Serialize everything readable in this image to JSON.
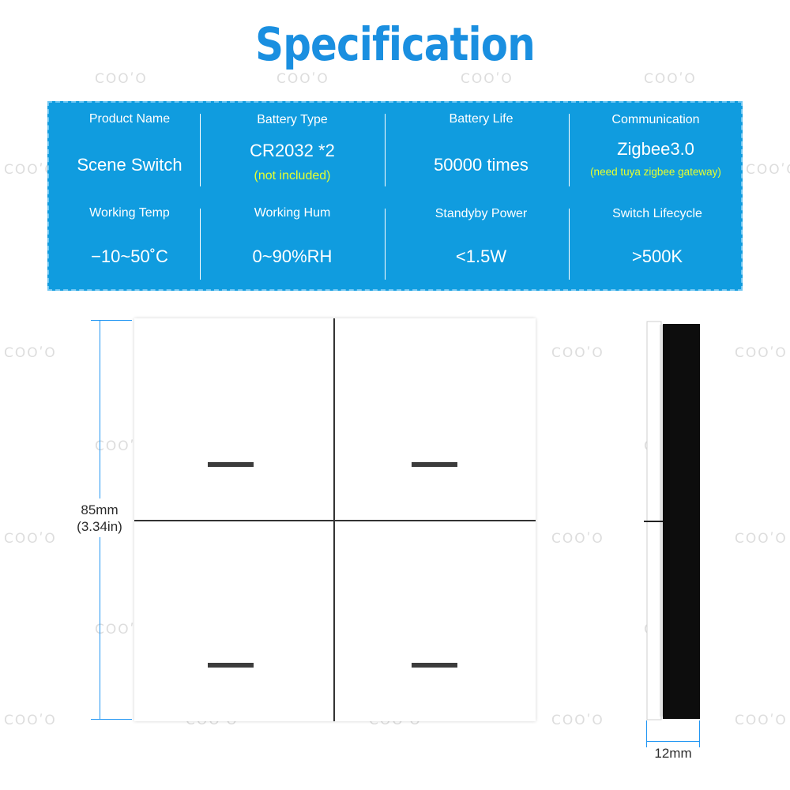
{
  "title": "Specification",
  "watermark": "COOʹO",
  "specs": [
    {
      "label": "Product Name",
      "value": "Scene Switch"
    },
    {
      "label": "Battery Type",
      "value": "CR2032 *2",
      "note": "(not included)"
    },
    {
      "label": "Battery Life",
      "value": "50000 times"
    },
    {
      "label": "Communication",
      "value": "Zigbee3.0",
      "note": "(need tuya zigbee gateway)"
    },
    {
      "label": "Working Temp",
      "value": "−10~50˚C"
    },
    {
      "label": "Working Hum",
      "value": "0~90%RH"
    },
    {
      "label": "Standyby Power",
      "value": "<1.5W"
    },
    {
      "label": "Switch Lifecycle",
      "value": ">500K"
    }
  ],
  "dimensions": {
    "height_mm": "85mm",
    "height_in": "(3.34in)",
    "depth": "12mm"
  },
  "colors": {
    "title": "#1a8fe0",
    "panel": "#109cdf",
    "note": "#e6ff2e",
    "dimension": "#2196f3"
  }
}
